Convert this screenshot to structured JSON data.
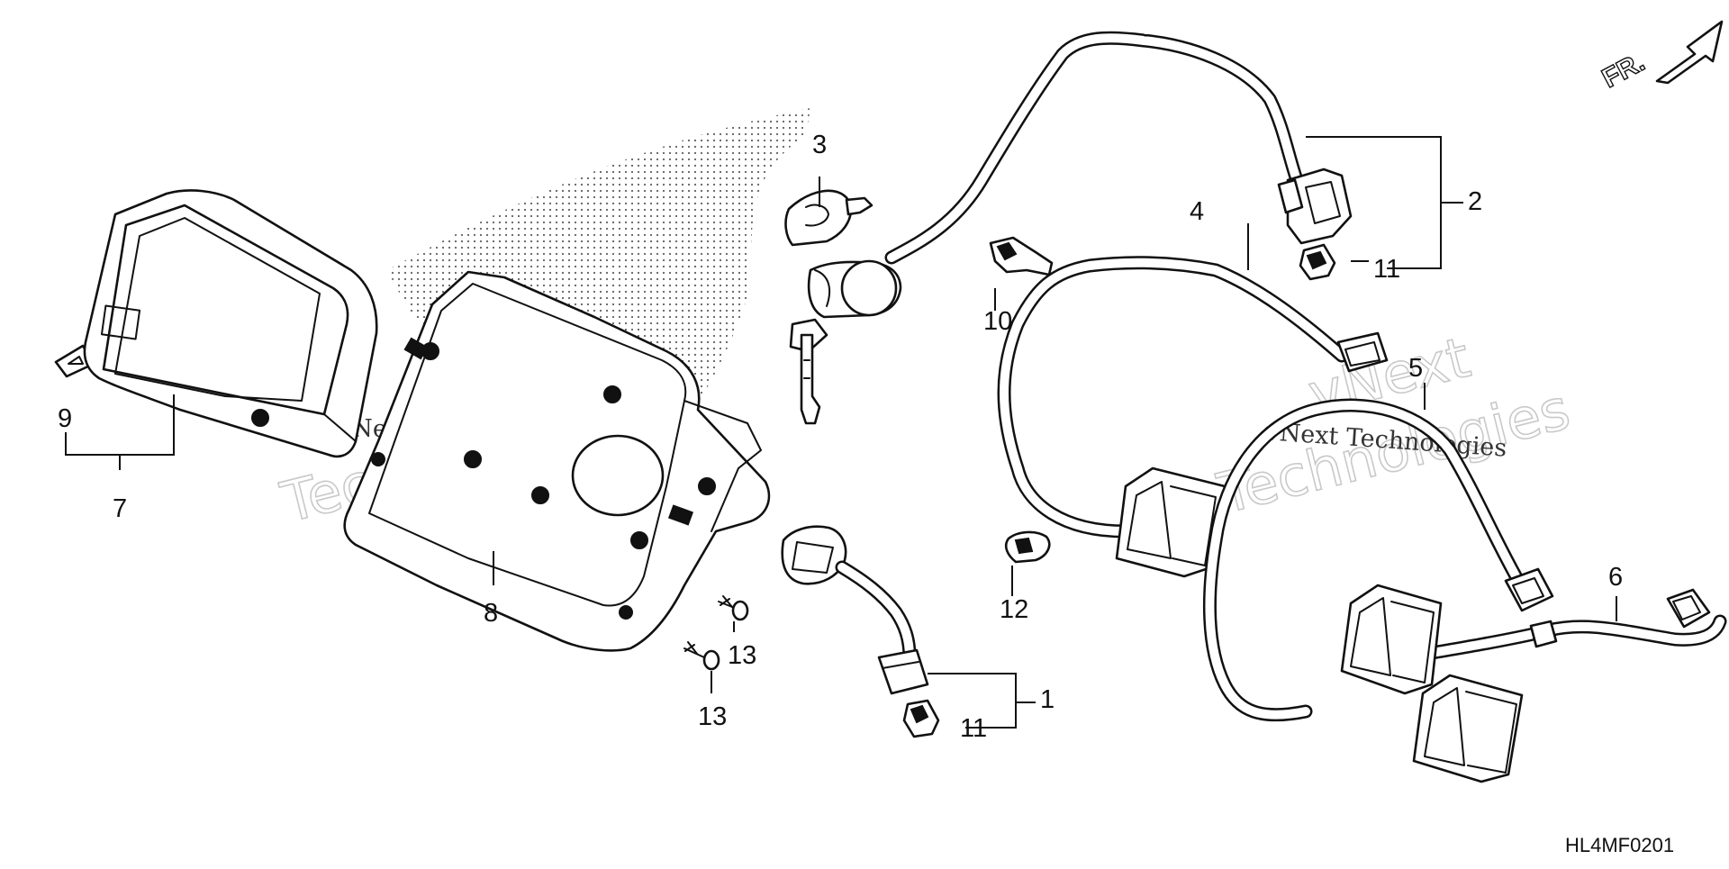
{
  "direction_indicator": {
    "label": "FR."
  },
  "diagram_code": "HL4MF0201",
  "watermark": {
    "brand_line": "vNext Technologies",
    "outline_top": "vNext",
    "outline_bottom": "Technologies"
  },
  "callouts": {
    "c1": "1",
    "c2": "2",
    "c3": "3",
    "c4": "4",
    "c5": "5",
    "c6": "6",
    "c7": "7",
    "c8": "8",
    "c9": "9",
    "c10": "10",
    "c11a": "11",
    "c11b": "11",
    "c12": "12",
    "c13a": "13",
    "c13b": "13"
  },
  "colors": {
    "line": "#111111",
    "background": "#ffffff",
    "watermark": "#c9c9c9"
  }
}
